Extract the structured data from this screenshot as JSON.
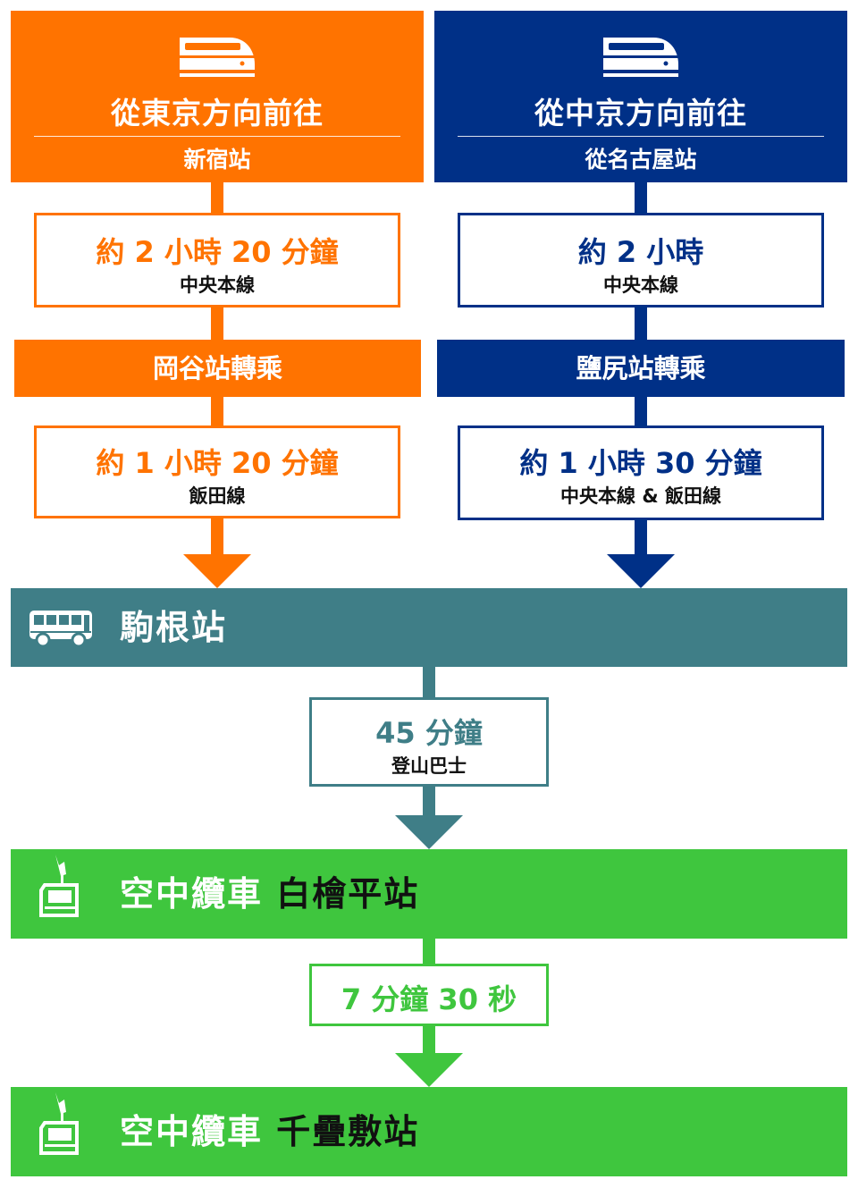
{
  "colors": {
    "orange": "#ff7300",
    "navy": "#003087",
    "teal": "#3f7e87",
    "green": "#3fc63e"
  },
  "icons": {
    "train": "train-icon",
    "bus": "bus-icon",
    "ropeway": "ropeway-gondola-icon"
  },
  "left_route": {
    "origin_title": "從東京方向前往",
    "origin_station": "新宿站",
    "leg1_duration": "約 2 小時 20 分鐘",
    "leg1_line": "中央本線",
    "transfer": "岡谷站轉乘",
    "leg2_duration": "約 1 小時 20 分鐘",
    "leg2_line": "飯田線"
  },
  "right_route": {
    "origin_title": "從中京方向前往",
    "origin_station": "從名古屋站",
    "leg1_duration": "約 2 小時",
    "leg1_line": "中央本線",
    "transfer": "鹽尻站轉乘",
    "leg2_duration": "約 1 小時 30 分鐘",
    "leg2_line": "中央本線 & 飯田線"
  },
  "komagane": {
    "station": "駒根站",
    "bus_duration": "45 分鐘",
    "bus_type": "登山巴士"
  },
  "shirabidaira": {
    "prefix": "空中纜車",
    "station": "白檜平站",
    "ropeway_duration": "7 分鐘 30 秒"
  },
  "senjojiki": {
    "prefix": "空中纜車",
    "station": "千疊敷站"
  }
}
